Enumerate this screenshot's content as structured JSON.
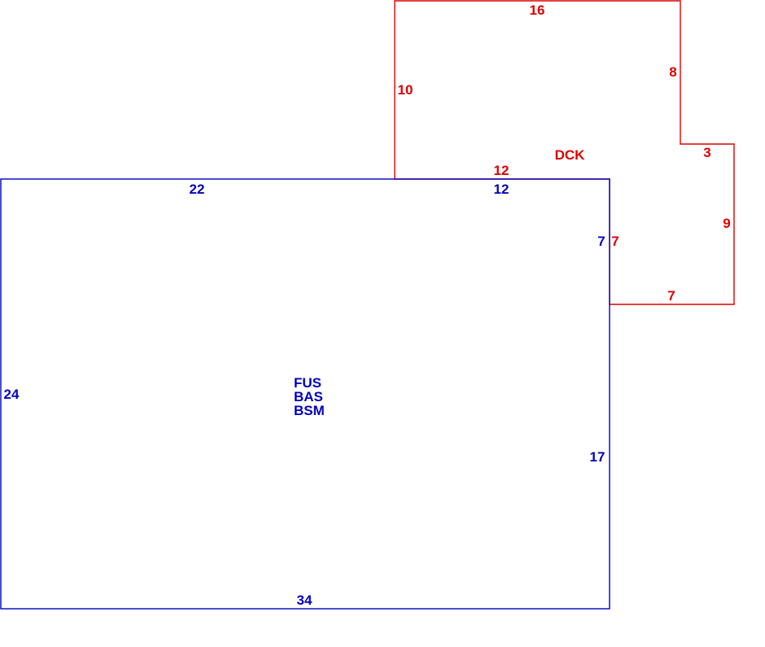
{
  "colors": {
    "main_structure": "#0000c0",
    "deck": "#dd0000",
    "background": "#ffffff"
  },
  "main_structure": {
    "area_codes": [
      "FUS",
      "BAS",
      "BSM"
    ],
    "dimensions": {
      "top_left": "22",
      "top_right": "12",
      "left": "24",
      "bottom": "34",
      "right_upper": "7",
      "right_lower": "17"
    }
  },
  "deck": {
    "label": "DCK",
    "dimensions": {
      "top": "16",
      "left": "10",
      "right_upper": "8",
      "step": "3",
      "right_lower": "9",
      "bottom": "7",
      "shared_left": "7",
      "shared_top": "12"
    }
  }
}
